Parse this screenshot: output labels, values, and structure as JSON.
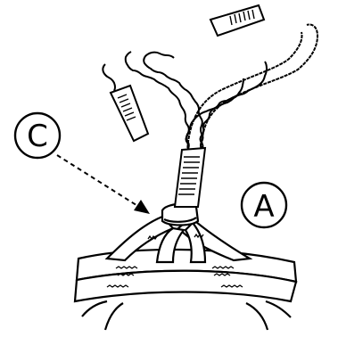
{
  "figure": {
    "colors": {
      "ink": "#000000",
      "paper": "#ffffff"
    },
    "callouts": [
      {
        "id": "C",
        "text": "C"
      },
      {
        "id": "A",
        "text": "A"
      }
    ],
    "parts": [
      "lanyard-left-arm",
      "lanyard-right-arm",
      "left-end-loop-tab",
      "right-end-loop-tab",
      "stitched-bartack-stem",
      "harness-tie-in-loop",
      "harness-waist-belt",
      "harness-leg-straps",
      "callout-arrow-c"
    ]
  }
}
